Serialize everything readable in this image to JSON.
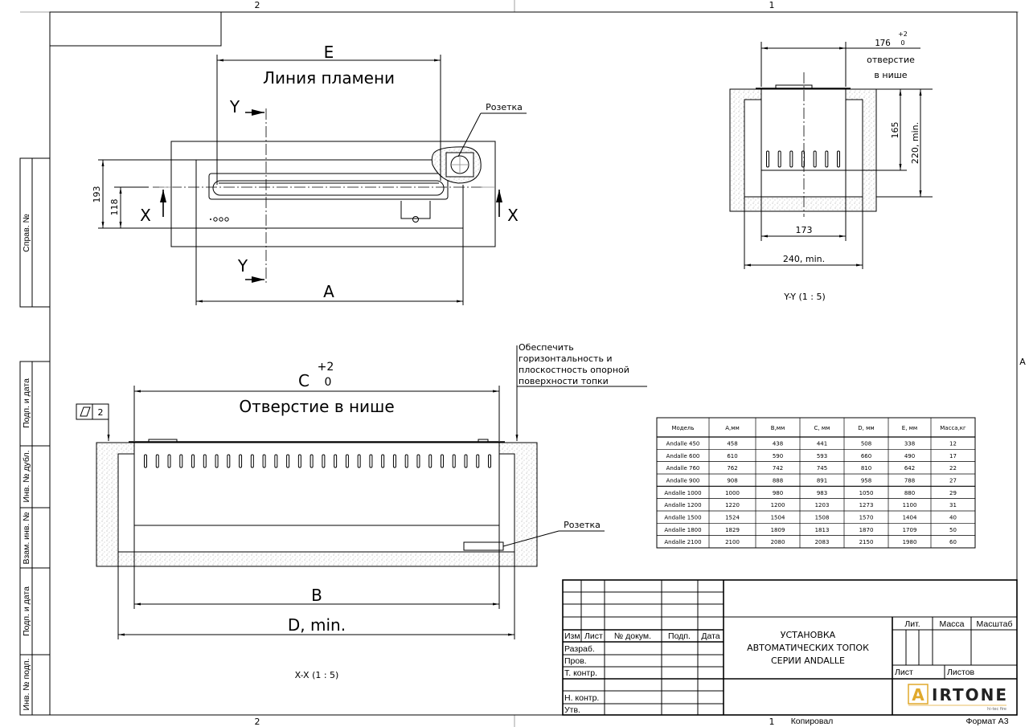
{
  "sheet": {
    "zone_top": [
      "2",
      "1"
    ],
    "zone_bottom": [
      "2",
      "1"
    ],
    "zone_right": "A",
    "copied": "Копировал",
    "format": "Формат А3",
    "side_labels": [
      "Справ. №",
      "Подп. и дата",
      "Инв. № дубл.",
      "Взам. инв. №",
      "Подп. и дата",
      "Инв. № подп."
    ]
  },
  "plan_view": {
    "dim_e": "E",
    "flame_line": "Линия пламени",
    "dim_a": "A",
    "dim_193": "193",
    "dim_118": "118",
    "section_y": "Y",
    "section_x": "X",
    "socket_label": "Розетка"
  },
  "section_yy": {
    "dim_176": "176",
    "tol_plus": "+2",
    "tol_zero": "0",
    "hole_line1": "отверстие",
    "hole_line2": "в нише",
    "dim_165": "165",
    "dim_220": "220, min.",
    "dim_173": "173",
    "dim_240": "240, min.",
    "title": "Y-Y (1 : 5)",
    "slot_count": 7
  },
  "section_xx": {
    "dim_c": "C",
    "tol_plus": "+2",
    "tol_zero": "0",
    "hole_label": "Отверстие в нише",
    "dim_b": "B",
    "dim_d": "D, min.",
    "title": "X-X (1 : 5)",
    "socket_label": "Розетка",
    "flatness_value": "2",
    "note": [
      "Обеспечить",
      "горизонтальность и",
      "плоскостность опорной",
      "поверхности топки"
    ],
    "slot_count": 30
  },
  "table": {
    "headers": [
      "Модель",
      "A,мм",
      "B,мм",
      "C, мм",
      "D, мм",
      "E, мм",
      "Масса,кг"
    ],
    "rows": [
      [
        "Andalle 450",
        "458",
        "438",
        "441",
        "508",
        "338",
        "12"
      ],
      [
        "Andalle 600",
        "610",
        "590",
        "593",
        "660",
        "490",
        "17"
      ],
      [
        "Andalle 760",
        "762",
        "742",
        "745",
        "810",
        "642",
        "22"
      ],
      [
        "Andalle 900",
        "908",
        "888",
        "891",
        "958",
        "788",
        "27"
      ],
      [
        "Andalle 1000",
        "1000",
        "980",
        "983",
        "1050",
        "880",
        "29"
      ],
      [
        "Andalle 1200",
        "1220",
        "1200",
        "1203",
        "1273",
        "1100",
        "31"
      ],
      [
        "Andalle 1500",
        "1524",
        "1504",
        "1508",
        "1570",
        "1404",
        "40"
      ],
      [
        "Andalle 1800",
        "1829",
        "1809",
        "1813",
        "1870",
        "1709",
        "50"
      ],
      [
        "Andalle 2100",
        "2100",
        "2080",
        "2083",
        "2150",
        "1980",
        "60"
      ]
    ]
  },
  "title_block": {
    "col_headers": [
      "Изм.",
      "Лист",
      "№ докум.",
      "Подп.",
      "Дата"
    ],
    "roles": [
      "Разраб.",
      "Пров.",
      "Т. контр.",
      "",
      "Н. контр.",
      "Утв."
    ],
    "title_lines": [
      "УСТАНОВКА",
      "АВТОМАТИЧЕСКИХ ТОПОК",
      "СЕРИИ ANDALLE"
    ],
    "lit": "Лит.",
    "mass": "Масса",
    "scale": "Масштаб",
    "sheet": "Лист",
    "sheets": "Листов",
    "logo_letter": "A",
    "logo_text": "IRTONE",
    "logo_sub": "hi-tec fire",
    "logo_color": "#e0a92c"
  }
}
